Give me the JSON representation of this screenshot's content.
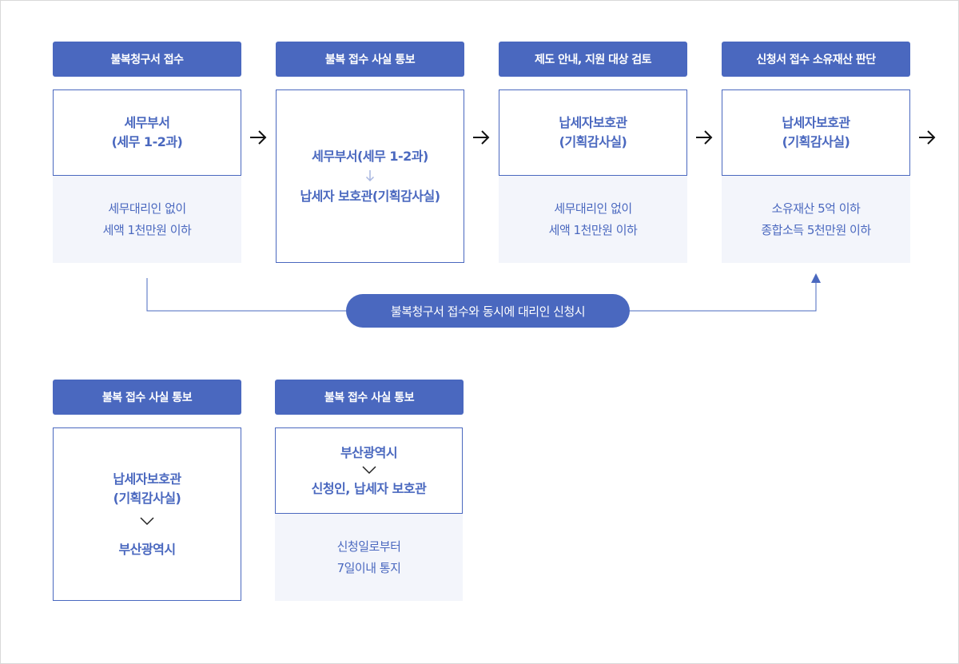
{
  "flow_top": {
    "steps": [
      {
        "header": "불복청구서 접수",
        "box_lines": [
          "세무부서",
          "(세무 1-2과)"
        ],
        "note_lines": [
          "세무대리인 없이",
          "세액 1천만원 이하"
        ]
      },
      {
        "header": "불복 접수 사실 통보",
        "box_line_1": "세무부서(세무 1-2과)",
        "box_line_2": "납세자 보호관(기획감사실)"
      },
      {
        "header": "제도 안내, 지원 대상 검토",
        "box_lines": [
          "납세자보호관",
          "(기획감사실)"
        ],
        "note_lines": [
          "세무대리인 없이",
          "세액 1천만원 이하"
        ]
      },
      {
        "header": "신청서 접수 소유재산 판단",
        "box_lines": [
          "납세자보호관",
          "(기획감사실)"
        ],
        "note_lines": [
          "소유재산 5억 이하",
          "종합소득 5천만원 이하"
        ]
      }
    ],
    "connector_label": "불복청구서 접수와 동시에 대리인 신청시"
  },
  "flow_bottom": {
    "steps": [
      {
        "header": "불복 접수 사실 통보",
        "box_line_1": [
          "납세자보호관",
          "(기획감사실)"
        ],
        "box_line_2": "부산광역시"
      },
      {
        "header": "불복 접수 사실 통보",
        "box_line_1": "부산광역시",
        "box_line_2": "신청인, 납세자 보호관",
        "note_lines": [
          "신청일로부터",
          "7일이내 통지"
        ]
      }
    ]
  },
  "colors": {
    "primary": "#4a68bf",
    "note_bg": "#f3f5fb",
    "arrow": "#111111",
    "small_arrow": "#a9b7e0"
  },
  "icons": [
    "arrow-right-icon",
    "arrow-down-icon",
    "chevron-down-icon",
    "triangle-up-icon"
  ]
}
